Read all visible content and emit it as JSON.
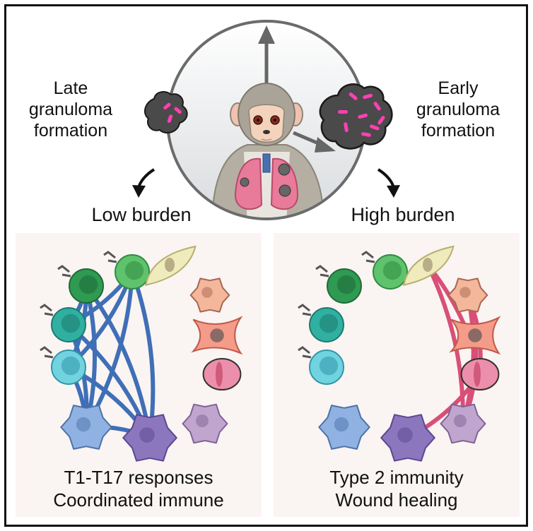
{
  "figure": {
    "left_label": {
      "lines": [
        "Late",
        "granuloma",
        "formation"
      ]
    },
    "right_label": {
      "lines": [
        "Early",
        "granuloma",
        "formation"
      ]
    },
    "left_outcome": "Low burden",
    "right_outcome": "High burden",
    "left_panel": {
      "caption_lines": [
        "T1-T17 responses",
        "Coordinated immune"
      ],
      "network_color": "#3f6fb6"
    },
    "right_panel": {
      "caption_lines": [
        "Type 2 immunity",
        "Wound healing"
      ],
      "network_color": "#d94f78"
    },
    "icons": {
      "center": "macaque-with-lungs-icon",
      "granuloma_small": "granuloma-small-icon",
      "granuloma_large": "granuloma-large-icon",
      "cells": [
        "t-cell-dark-green",
        "t-cell-light-green",
        "t-cell-teal",
        "t-cell-cyan",
        "dendritic-cell-blue",
        "macrophage-purple",
        "neutrophil-lavender",
        "plasma-cell-pink",
        "fibroblast-salmon",
        "mast-cell-peach",
        "stromal-cell-yellow"
      ]
    },
    "colors": {
      "granuloma": "#4a4a4a",
      "bacteria": "#ff3fb4",
      "lung": "#e87a9a",
      "monkey_fur": "#a9a396",
      "arrow": "#666666"
    }
  }
}
